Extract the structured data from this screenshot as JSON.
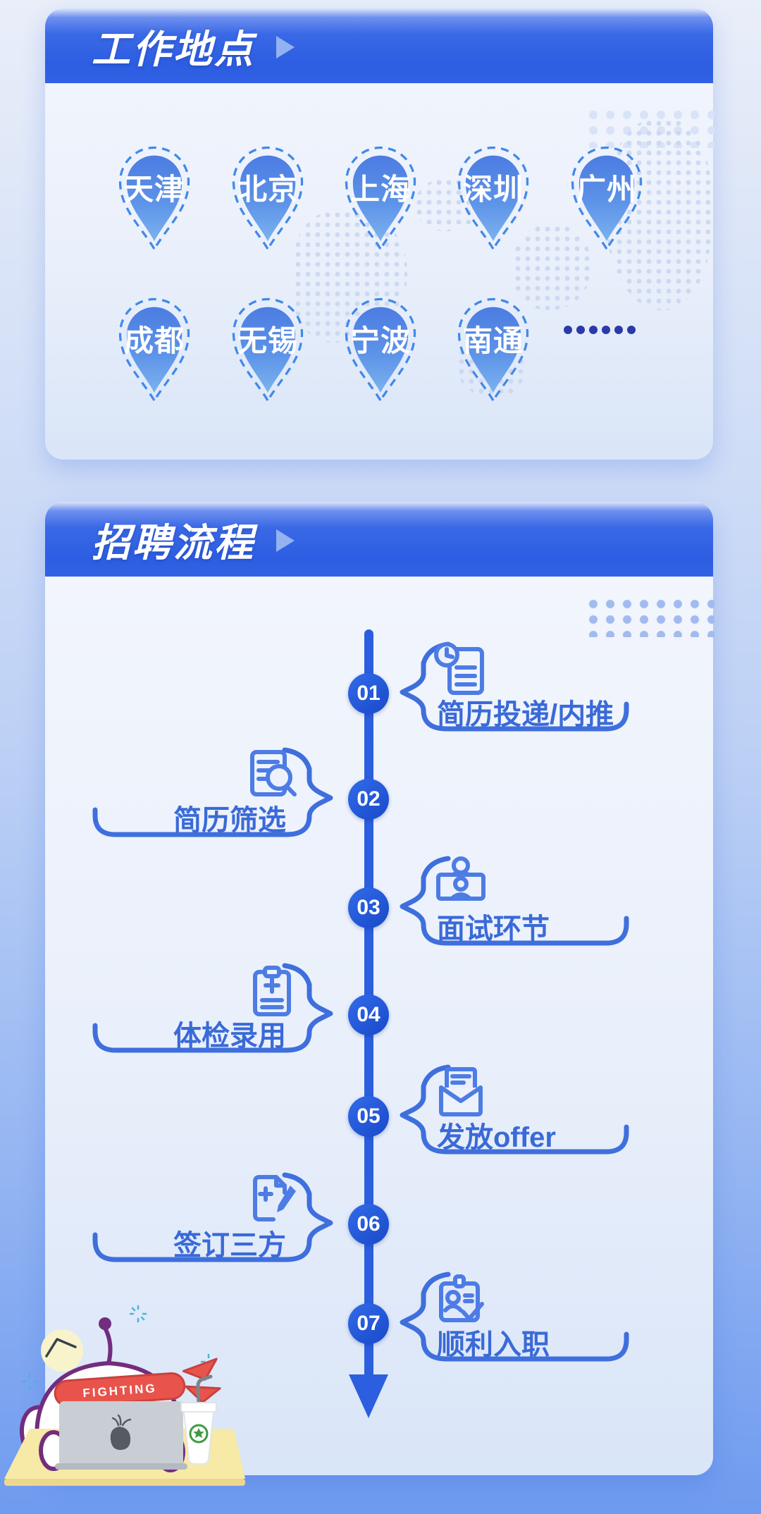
{
  "locations": {
    "title": "工作地点",
    "rows": [
      [
        "天津",
        "北京",
        "上海",
        "深圳",
        "广州"
      ],
      [
        "成都",
        "无锡",
        "宁波",
        "南通"
      ]
    ],
    "more_indicator": "……"
  },
  "process": {
    "title": "招聘流程",
    "steps": [
      {
        "num": "01",
        "label": "简历投递/内推"
      },
      {
        "num": "02",
        "label": "简历筛选"
      },
      {
        "num": "03",
        "label": "面试环节"
      },
      {
        "num": "04",
        "label": "体检录用"
      },
      {
        "num": "05",
        "label": "发放offer"
      },
      {
        "num": "06",
        "label": "签订三方"
      },
      {
        "num": "07",
        "label": "顺利入职"
      }
    ]
  },
  "mascot": {
    "headband_text": "FIGHTING"
  },
  "colors": {
    "header_blue": "#2d5de2",
    "accent_blue": "#3a6ad8",
    "pin_blue": "#4c7ce2",
    "timeline_blue": "#2b5fe0",
    "page_bottom_blue": "#6f9bef",
    "dots_navy": "#2c39a8",
    "band_red": "#e8544b",
    "desk_yellow": "#f7e9a6"
  }
}
